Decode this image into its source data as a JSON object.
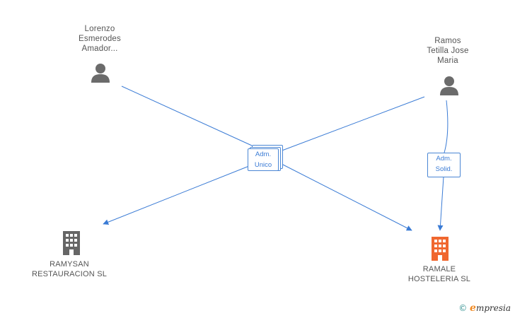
{
  "persons": [
    {
      "id": "p1",
      "lines": [
        "Lorenzo",
        "Esmerodes",
        "Amador..."
      ]
    },
    {
      "id": "p2",
      "lines": [
        "Ramos",
        "Tetilla Jose",
        "Maria"
      ]
    }
  ],
  "companies": [
    {
      "id": "c1",
      "lines": [
        "RAMYSAN",
        "RESTAURACION SL"
      ],
      "color": "#666666"
    },
    {
      "id": "c2",
      "lines": [
        "RAMALE",
        "HOSTELERIA SL"
      ],
      "color": "#f0672f"
    }
  ],
  "relations": [
    {
      "id": "r1",
      "lines": [
        "Adm.",
        "Unico"
      ]
    },
    {
      "id": "r2",
      "lines": [
        "Adm.",
        "Solid."
      ]
    }
  ],
  "colors": {
    "edge": "#3a7bd5",
    "person": "#6b6b6b"
  },
  "brand": {
    "copyright": "©",
    "name_initial": "e",
    "name_rest": "mpresia"
  }
}
